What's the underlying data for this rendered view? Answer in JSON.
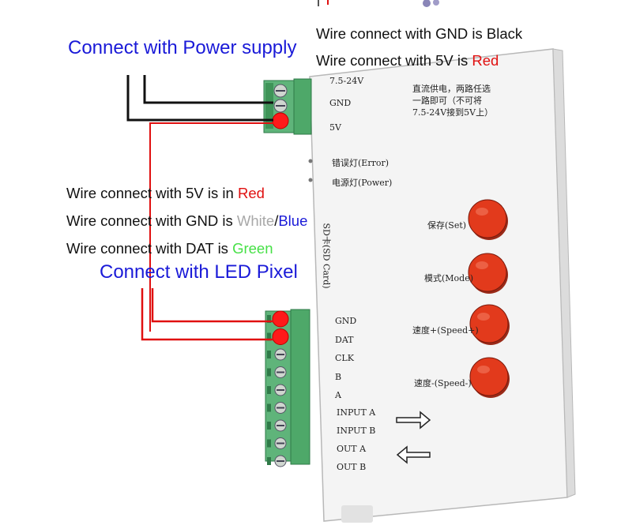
{
  "power": {
    "title": "Connect with Power supply",
    "gnd_note": {
      "prefix": "Wire connect with GND is ",
      "color_word": "Black"
    },
    "v5_note": {
      "prefix": "Wire connect with 5V is ",
      "color_word": "Red"
    }
  },
  "led": {
    "title": "Connect with LED Pixel",
    "v5_note": {
      "prefix": "Wire connect with 5V is in ",
      "color_word": "Red"
    },
    "gnd_note": {
      "prefix": "Wire connect with GND is ",
      "color_word_1": "White",
      "sep": "/",
      "color_word_2": "Blue"
    },
    "dat_note": {
      "prefix": "Wire connect with DAT is ",
      "color_word": "Green"
    }
  },
  "device": {
    "power_labels": [
      "7.5-24V",
      "GND",
      "5V"
    ],
    "power_note_lines": [
      "直流供电，两路任选",
      "一路即可（不可将",
      "7.5-24V接到5V上）"
    ],
    "indicators": [
      "错误灯(Error)",
      "电源灯(Power)"
    ],
    "sd_label": "SD卡(SD Card)",
    "buttons": [
      "保存(Set)",
      "模式(Mode)",
      "速度+(Speed+)",
      "速度-(Speed-)"
    ],
    "port_labels": [
      "GND",
      "DAT",
      "CLK",
      "B",
      "A",
      "INPUT A",
      "INPUT B",
      "OUT A",
      "OUT B"
    ]
  },
  "colors": {
    "title_blue": "#1a1ad8",
    "wire_red": "#e01010",
    "accent_green": "#46e046",
    "button_red": "#e23a1c",
    "terminal_green": "#5fb47a"
  }
}
